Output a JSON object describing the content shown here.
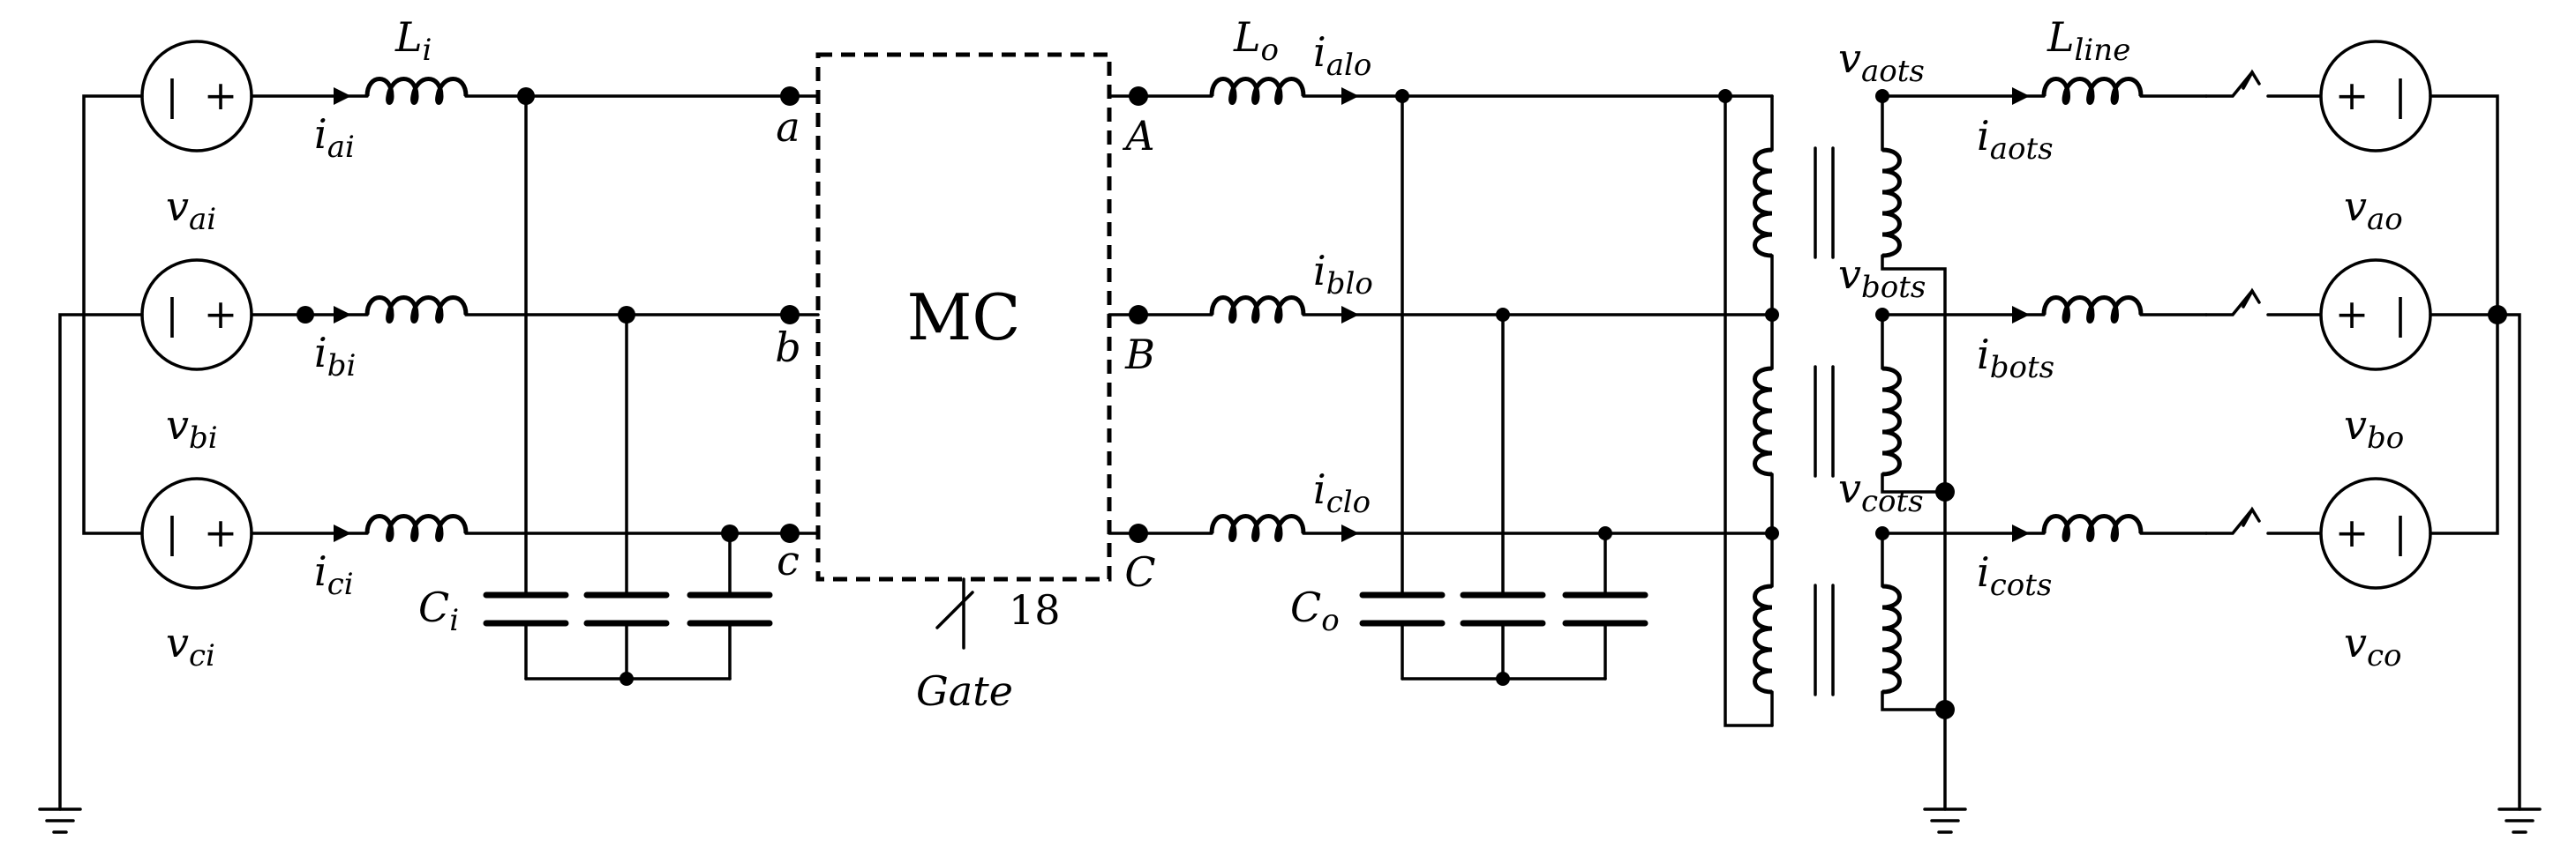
{
  "converter": {
    "label": "MC",
    "gate_label": "Gate",
    "gate_count": "18"
  },
  "input_sources": [
    {
      "symbol": "v",
      "sub": "ai"
    },
    {
      "symbol": "v",
      "sub": "bi"
    },
    {
      "symbol": "v",
      "sub": "ci"
    }
  ],
  "input_currents": [
    {
      "symbol": "i",
      "sub": "ai"
    },
    {
      "symbol": "i",
      "sub": "bi"
    },
    {
      "symbol": "i",
      "sub": "ci"
    }
  ],
  "input_inductor": {
    "symbol": "L",
    "sub": "i"
  },
  "input_capacitor": {
    "symbol": "C",
    "sub": "i"
  },
  "input_nodes": [
    "a",
    "b",
    "c"
  ],
  "output_nodes": [
    "A",
    "B",
    "C"
  ],
  "output_inductor": {
    "symbol": "L",
    "sub": "o"
  },
  "output_currents": [
    {
      "symbol": "i",
      "sub": "alo"
    },
    {
      "symbol": "i",
      "sub": "blo"
    },
    {
      "symbol": "i",
      "sub": "clo"
    }
  ],
  "output_capacitor": {
    "symbol": "C",
    "sub": "o"
  },
  "transformer_voltages": [
    {
      "symbol": "v",
      "sub": "aots"
    },
    {
      "symbol": "v",
      "sub": "bots"
    },
    {
      "symbol": "v",
      "sub": "cots"
    }
  ],
  "line_currents": [
    {
      "symbol": "i",
      "sub": "aots"
    },
    {
      "symbol": "i",
      "sub": "bots"
    },
    {
      "symbol": "i",
      "sub": "cots"
    }
  ],
  "line_inductor": {
    "symbol": "L",
    "sub": "line"
  },
  "grid_sources": [
    {
      "symbol": "v",
      "sub": "ao"
    },
    {
      "symbol": "v",
      "sub": "bo"
    },
    {
      "symbol": "v",
      "sub": "co"
    }
  ],
  "source_signs": {
    "minus": "|",
    "plus": "+"
  }
}
